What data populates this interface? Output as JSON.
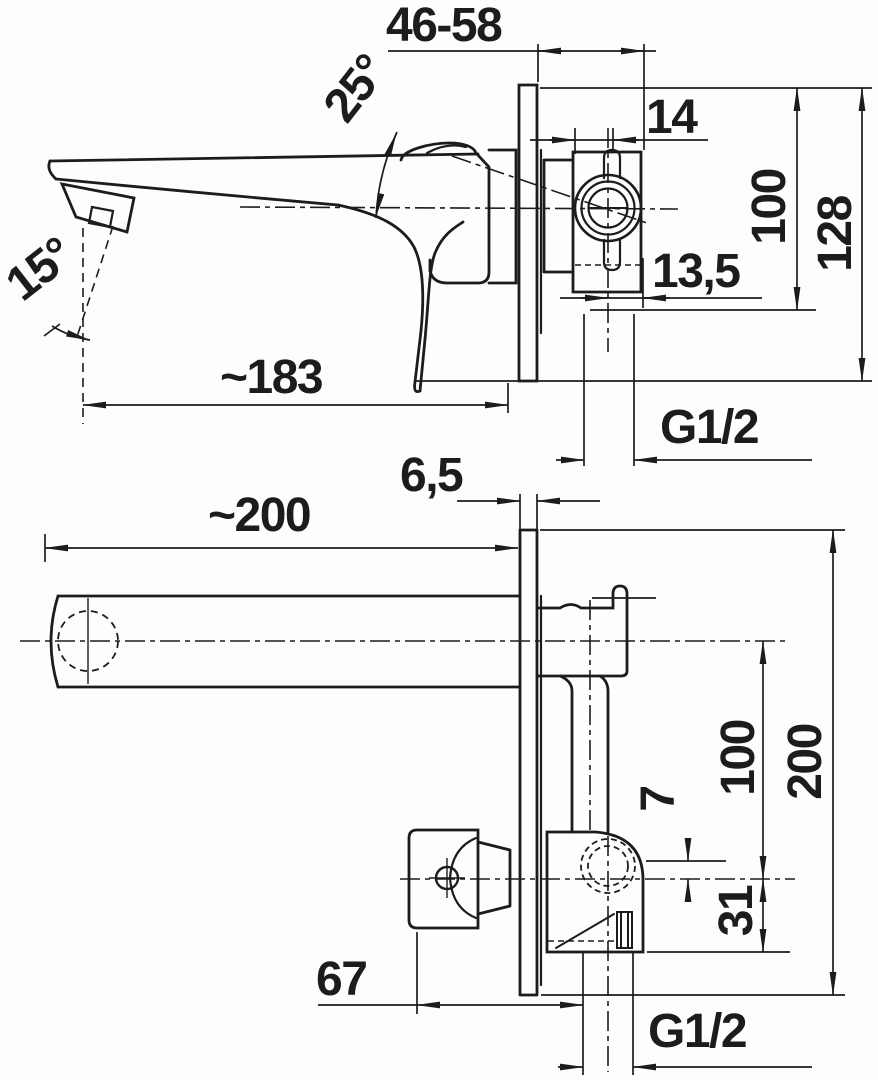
{
  "drawing": {
    "type": "technical-dimension-drawing",
    "subject": "wall-mounted-basin-mixer",
    "colors": {
      "line": "#1c1c1c",
      "background": "#fdfdfd"
    },
    "top_view": {
      "dims": {
        "depth_range": "46-58",
        "spout_angle": "25°",
        "spray_angle": "15°",
        "bracket_width": "14",
        "center_height": "100",
        "total_height": "128",
        "side_offset": "13,5",
        "spout_reach": "~183",
        "thread": "G1/2"
      }
    },
    "bottom_view": {
      "dims": {
        "spout_reach": "~200",
        "plate_thickness": "6,5",
        "inlet_offset": "7",
        "center_distance": "100",
        "plate_height": "200",
        "bottom_offset": "31",
        "handle_clearance": "67",
        "thread": "G1/2"
      }
    }
  }
}
